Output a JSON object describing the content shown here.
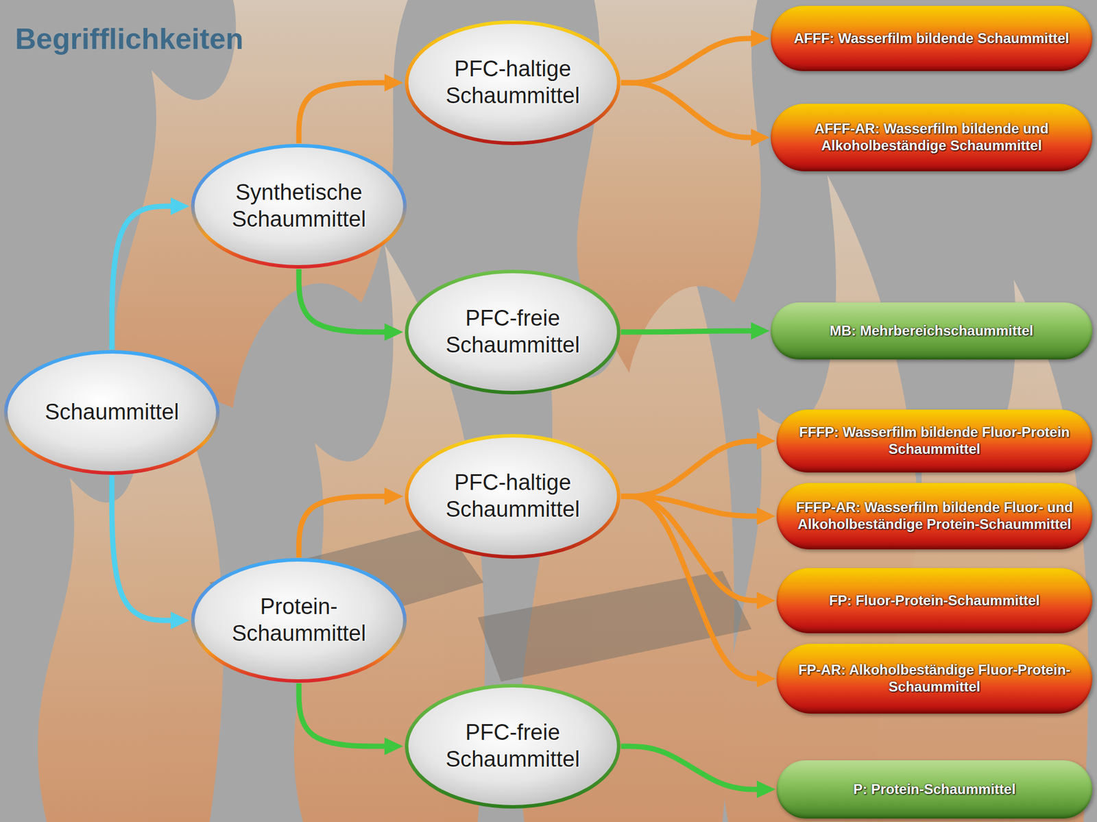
{
  "diagram": {
    "title": "Begrifflichkeiten",
    "nodes": [
      {
        "text": [
          "Schaummittel"
        ]
      },
      {
        "text": [
          "Synthetische Schaummittel"
        ]
      },
      {
        "text": [
          "PFC-haltige Schaummittel"
        ]
      },
      {
        "text": [
          "AFFF: Wasserfilm bildende Schaummittel"
        ]
      },
      {
        "text": [
          "AFFF-AR: Wasserfilm bildende und Alkoholbeständige Schaummittel"
        ]
      },
      {
        "text": [
          "PFC-freie Schaummittel"
        ]
      },
      {
        "text": [
          "MB: Mehrbereichschaummittel"
        ]
      },
      {
        "text": [
          "Protein-Schaummittel"
        ]
      },
      {
        "text": [
          "PFC-haltige Schaummittel"
        ]
      },
      {
        "text": [
          "FFFP: Wasserfilm bildende Fluor-Protein Schaummittel"
        ]
      },
      {
        "text": [
          "FFFP-AR: Wasserfilm bildende Fluor- und Alkoholbeständige Protein-Schaummittel"
        ]
      },
      {
        "text": [
          "FP: Fluor-Protein-Schaummittel"
        ]
      },
      {
        "text": [
          "FP-AR: Alkoholbeständige Fluor-Protein-Schaummittel"
        ]
      },
      {
        "text": [
          "PFC-freie Schaummittel"
        ]
      },
      {
        "text": [
          "P: Protein-Schaummittel"
        ]
      }
    ],
    "edges": [
      {
        "from": 0,
        "to": 1,
        "arrow": "to"
      },
      {
        "from": 0,
        "to": 7,
        "arrow": "to"
      },
      {
        "from": 1,
        "to": 2,
        "arrow": "to"
      },
      {
        "from": 1,
        "to": 5,
        "arrow": "to"
      },
      {
        "from": 2,
        "to": 3,
        "arrow": "to"
      },
      {
        "from": 2,
        "to": 4,
        "arrow": "to"
      },
      {
        "from": 5,
        "to": 6,
        "arrow": "to"
      },
      {
        "from": 7,
        "to": 8,
        "arrow": "to"
      },
      {
        "from": 7,
        "to": 13,
        "arrow": "to"
      },
      {
        "from": 8,
        "to": 9,
        "arrow": "to"
      },
      {
        "from": 8,
        "to": 10,
        "arrow": "to"
      },
      {
        "from": 8,
        "to": 11,
        "arrow": "to"
      },
      {
        "from": 8,
        "to": 12,
        "arrow": "to"
      },
      {
        "from": 13,
        "to": 14,
        "arrow": "to"
      }
    ]
  }
}
